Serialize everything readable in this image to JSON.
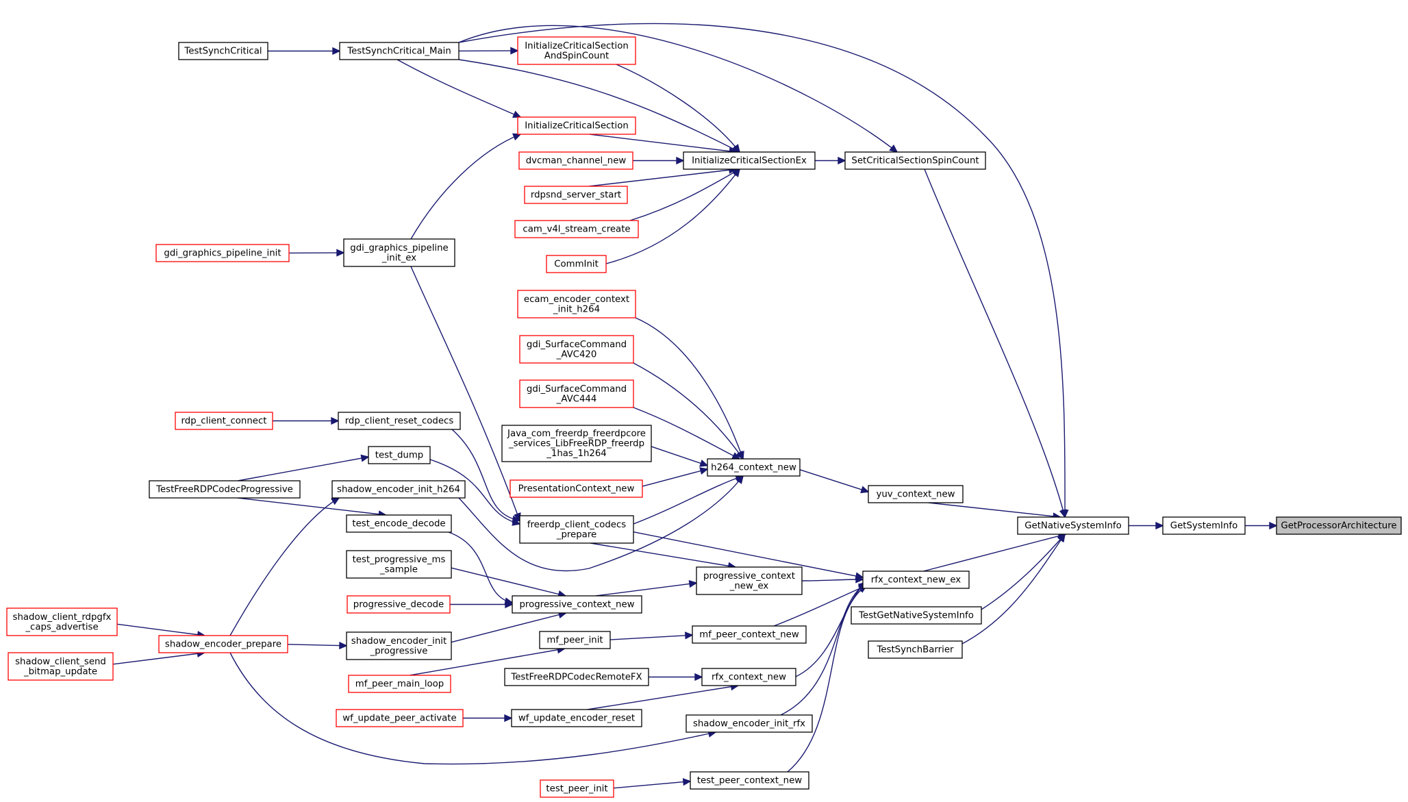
{
  "diagram": {
    "title": "",
    "colors": {
      "edge": "#191970",
      "node_border": "#000000",
      "node_border_truncated": "#ff0000",
      "target_fill": "#bfbfbf"
    },
    "nodes": [
      {
        "id": "getprocarch",
        "lines": [
          "GetProcessorArchitecture"
        ],
        "style": "target"
      },
      {
        "id": "getsysinfo",
        "lines": [
          "GetSystemInfo"
        ],
        "style": "normal"
      },
      {
        "id": "getnative",
        "lines": [
          "GetNativeSystemInfo"
        ],
        "style": "normal"
      },
      {
        "id": "setcsspin",
        "lines": [
          "SetCriticalSectionSpinCount"
        ],
        "style": "normal"
      },
      {
        "id": "yuvctx",
        "lines": [
          "yuv_context_new"
        ],
        "style": "normal"
      },
      {
        "id": "rfxctxex",
        "lines": [
          "rfx_context_new_ex"
        ],
        "style": "normal"
      },
      {
        "id": "testgetnative",
        "lines": [
          "TestGetNativeSystemInfo"
        ],
        "style": "normal"
      },
      {
        "id": "testsyncbarrier",
        "lines": [
          "TestSynchBarrier"
        ],
        "style": "normal"
      },
      {
        "id": "initcsex",
        "lines": [
          "InitializeCriticalSectionEx"
        ],
        "style": "normal"
      },
      {
        "id": "testsynccritmain",
        "lines": [
          "TestSynchCritical_Main"
        ],
        "style": "normal"
      },
      {
        "id": "testsynccrit",
        "lines": [
          "TestSynchCritical"
        ],
        "style": "normal"
      },
      {
        "id": "initcsspin",
        "lines": [
          "InitializeCriticalSection",
          "AndSpinCount"
        ],
        "style": "red"
      },
      {
        "id": "initcs",
        "lines": [
          "InitializeCriticalSection"
        ],
        "style": "red"
      },
      {
        "id": "dvcman",
        "lines": [
          "dvcman_channel_new"
        ],
        "style": "red"
      },
      {
        "id": "rdpsnd",
        "lines": [
          "rdpsnd_server_start"
        ],
        "style": "red"
      },
      {
        "id": "camv4l",
        "lines": [
          "cam_v4l_stream_create"
        ],
        "style": "red"
      },
      {
        "id": "comminit",
        "lines": [
          "CommInit"
        ],
        "style": "red"
      },
      {
        "id": "gdipipeex",
        "lines": [
          "gdi_graphics_pipeline",
          "_init_ex"
        ],
        "style": "normal"
      },
      {
        "id": "gdipipe",
        "lines": [
          "gdi_graphics_pipeline_init"
        ],
        "style": "red"
      },
      {
        "id": "h264ctx",
        "lines": [
          "h264_context_new"
        ],
        "style": "normal"
      },
      {
        "id": "ecam",
        "lines": [
          "ecam_encoder_context",
          "_init_h264"
        ],
        "style": "red"
      },
      {
        "id": "avc420",
        "lines": [
          "gdi_SurfaceCommand",
          "_AVC420"
        ],
        "style": "red"
      },
      {
        "id": "avc444",
        "lines": [
          "gdi_SurfaceCommand",
          "_AVC444"
        ],
        "style": "red"
      },
      {
        "id": "java",
        "lines": [
          "Java_com_freerdp_freerdpcore",
          "_services_LibFreeRDP_freerdp",
          "_1has_1h264"
        ],
        "style": "normal"
      },
      {
        "id": "presctx",
        "lines": [
          "PresentationContext_new"
        ],
        "style": "red"
      },
      {
        "id": "codecsprep",
        "lines": [
          "freerdp_client_codecs",
          "_prepare"
        ],
        "style": "normal"
      },
      {
        "id": "rdpreset",
        "lines": [
          "rdp_client_reset_codecs"
        ],
        "style": "normal"
      },
      {
        "id": "rdpconnect",
        "lines": [
          "rdp_client_connect"
        ],
        "style": "red"
      },
      {
        "id": "testdump",
        "lines": [
          "test_dump"
        ],
        "style": "normal"
      },
      {
        "id": "testfreerdpprog",
        "lines": [
          "TestFreeRDPCodecProgressive"
        ],
        "style": "normal"
      },
      {
        "id": "shadowh264",
        "lines": [
          "shadow_encoder_init_h264"
        ],
        "style": "normal"
      },
      {
        "id": "testencdec",
        "lines": [
          "test_encode_decode"
        ],
        "style": "normal"
      },
      {
        "id": "testprogms",
        "lines": [
          "test_progressive_ms",
          "_sample"
        ],
        "style": "normal"
      },
      {
        "id": "progdecode",
        "lines": [
          "progressive_decode"
        ],
        "style": "red"
      },
      {
        "id": "progctx",
        "lines": [
          "progressive_context_new"
        ],
        "style": "normal"
      },
      {
        "id": "progctxex",
        "lines": [
          "progressive_context",
          "_new_ex"
        ],
        "style": "normal"
      },
      {
        "id": "shadowprog",
        "lines": [
          "shadow_encoder_init",
          "_progressive"
        ],
        "style": "normal"
      },
      {
        "id": "shadowprep",
        "lines": [
          "shadow_encoder_prepare"
        ],
        "style": "red"
      },
      {
        "id": "shadowcaps",
        "lines": [
          "shadow_client_rdpgfx",
          "_caps_advertise"
        ],
        "style": "red"
      },
      {
        "id": "shadowbitmap",
        "lines": [
          "shadow_client_send",
          "_bitmap_update"
        ],
        "style": "red"
      },
      {
        "id": "mfpeerinit",
        "lines": [
          "mf_peer_init"
        ],
        "style": "normal"
      },
      {
        "id": "mfpeerctx",
        "lines": [
          "mf_peer_context_new"
        ],
        "style": "normal"
      },
      {
        "id": "mfpeerloop",
        "lines": [
          "mf_peer_main_loop"
        ],
        "style": "red"
      },
      {
        "id": "testremotefx",
        "lines": [
          "TestFreeRDPCodecRemoteFX"
        ],
        "style": "normal"
      },
      {
        "id": "rfxctx",
        "lines": [
          "rfx_context_new"
        ],
        "style": "normal"
      },
      {
        "id": "wfactivate",
        "lines": [
          "wf_update_peer_activate"
        ],
        "style": "red"
      },
      {
        "id": "wfreset",
        "lines": [
          "wf_update_encoder_reset"
        ],
        "style": "normal"
      },
      {
        "id": "shadowrfx",
        "lines": [
          "shadow_encoder_init_rfx"
        ],
        "style": "normal"
      },
      {
        "id": "testpeerinit",
        "lines": [
          "test_peer_init"
        ],
        "style": "red"
      },
      {
        "id": "testpeerctx",
        "lines": [
          "test_peer_context_new"
        ],
        "style": "normal"
      }
    ],
    "edges": [
      {
        "from": "getsysinfo",
        "to": "getprocarch"
      },
      {
        "from": "getnative",
        "to": "getsysinfo"
      },
      {
        "from": "setcsspin",
        "to": "getnative"
      },
      {
        "from": "yuvctx",
        "to": "getnative"
      },
      {
        "from": "rfxctxex",
        "to": "getnative"
      },
      {
        "from": "testgetnative",
        "to": "getnative"
      },
      {
        "from": "testsyncbarrier",
        "to": "getnative"
      },
      {
        "from": "testsynccritmain",
        "to": "getnative"
      },
      {
        "from": "initcsex",
        "to": "setcsspin"
      },
      {
        "from": "testsynccritmain",
        "to": "setcsspin"
      },
      {
        "from": "testsynccritmain",
        "to": "initcsex"
      },
      {
        "from": "initcsspin",
        "to": "initcsex"
      },
      {
        "from": "initcs",
        "to": "initcsex"
      },
      {
        "from": "dvcman",
        "to": "initcsex"
      },
      {
        "from": "rdpsnd",
        "to": "initcsex"
      },
      {
        "from": "camv4l",
        "to": "initcsex"
      },
      {
        "from": "comminit",
        "to": "initcsex"
      },
      {
        "from": "testsynccrit",
        "to": "testsynccritmain"
      },
      {
        "from": "testsynccritmain",
        "to": "initcsspin"
      },
      {
        "from": "testsynccritmain",
        "to": "initcs"
      },
      {
        "from": "gdipipeex",
        "to": "initcs"
      },
      {
        "from": "gdipipe",
        "to": "gdipipeex"
      },
      {
        "from": "gdipipeex",
        "to": "codecsprep"
      },
      {
        "from": "h264ctx",
        "to": "yuvctx"
      },
      {
        "from": "ecam",
        "to": "h264ctx"
      },
      {
        "from": "avc420",
        "to": "h264ctx"
      },
      {
        "from": "avc444",
        "to": "h264ctx"
      },
      {
        "from": "java",
        "to": "h264ctx"
      },
      {
        "from": "presctx",
        "to": "h264ctx"
      },
      {
        "from": "codecsprep",
        "to": "h264ctx"
      },
      {
        "from": "shadowh264",
        "to": "h264ctx"
      },
      {
        "from": "codecsprep",
        "to": "rfxctxex"
      },
      {
        "from": "codecsprep",
        "to": "progctxex"
      },
      {
        "from": "rdpreset",
        "to": "codecsprep"
      },
      {
        "from": "testdump",
        "to": "codecsprep"
      },
      {
        "from": "rdpconnect",
        "to": "rdpreset"
      },
      {
        "from": "testfreerdpprog",
        "to": "testdump"
      },
      {
        "from": "testfreerdpprog",
        "to": "testencdec"
      },
      {
        "from": "testencdec",
        "to": "progctx"
      },
      {
        "from": "testprogms",
        "to": "progctx"
      },
      {
        "from": "progdecode",
        "to": "progctx"
      },
      {
        "from": "shadowprog",
        "to": "progctx"
      },
      {
        "from": "progctx",
        "to": "progctxex"
      },
      {
        "from": "progctxex",
        "to": "rfxctxex"
      },
      {
        "from": "shadowprep",
        "to": "shadowprog"
      },
      {
        "from": "shadowprep",
        "to": "shadowh264"
      },
      {
        "from": "shadowprep",
        "to": "shadowrfx"
      },
      {
        "from": "shadowcaps",
        "to": "shadowprep"
      },
      {
        "from": "shadowbitmap",
        "to": "shadowprep"
      },
      {
        "from": "mfpeerctx",
        "to": "rfxctxex"
      },
      {
        "from": "mfpeerinit",
        "to": "mfpeerctx"
      },
      {
        "from": "mfpeerloop",
        "to": "mfpeerinit"
      },
      {
        "from": "rfxctx",
        "to": "rfxctxex"
      },
      {
        "from": "testremotefx",
        "to": "rfxctx"
      },
      {
        "from": "wfreset",
        "to": "rfxctx"
      },
      {
        "from": "wfactivate",
        "to": "wfreset"
      },
      {
        "from": "shadowrfx",
        "to": "rfxctxex"
      },
      {
        "from": "testpeerctx",
        "to": "rfxctxex"
      },
      {
        "from": "testpeerinit",
        "to": "testpeerctx"
      }
    ]
  }
}
